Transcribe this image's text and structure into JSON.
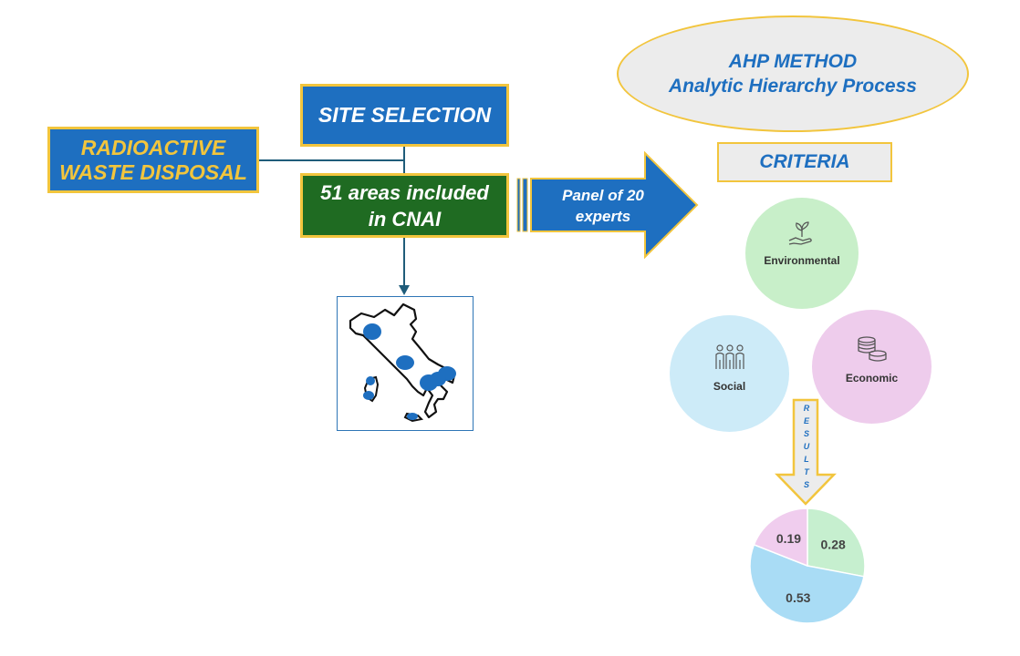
{
  "radioactive_box": {
    "line1": "RADIOACTIVE",
    "line2": "WASTE DISPOSAL"
  },
  "site_selection": {
    "label": "SITE SELECTION"
  },
  "areas_box": {
    "line1": "51 areas included",
    "line2": "in CNAI"
  },
  "panel_arrow": {
    "line1": "Panel of 20",
    "line2": "experts"
  },
  "ahp": {
    "line1": "AHP METHOD",
    "line2": "Analytic Hierarchy Process"
  },
  "criteria": {
    "label": "CRITERIA",
    "items": [
      {
        "label": "Environmental",
        "icon": "hand-plant-icon",
        "color": "#c8efc9"
      },
      {
        "label": "Social",
        "icon": "people-icon",
        "color": "#cdebf8"
      },
      {
        "label": "Economic",
        "icon": "coins-icon",
        "color": "#eeccec"
      }
    ]
  },
  "results_arrow": {
    "label": "RESULTS"
  },
  "chart_data": {
    "type": "pie",
    "slices": [
      {
        "label": "0.28",
        "value": 0.28,
        "color": "#c6efcf"
      },
      {
        "label": "0.53",
        "value": 0.53,
        "color": "#a9dcf5"
      },
      {
        "label": "0.19",
        "value": 0.19,
        "color": "#f0cdee"
      }
    ]
  },
  "colors": {
    "blue": "#1e6fc0",
    "gold": "#f2c53d",
    "green": "#1f6b22",
    "connector": "#1f5c7a"
  }
}
